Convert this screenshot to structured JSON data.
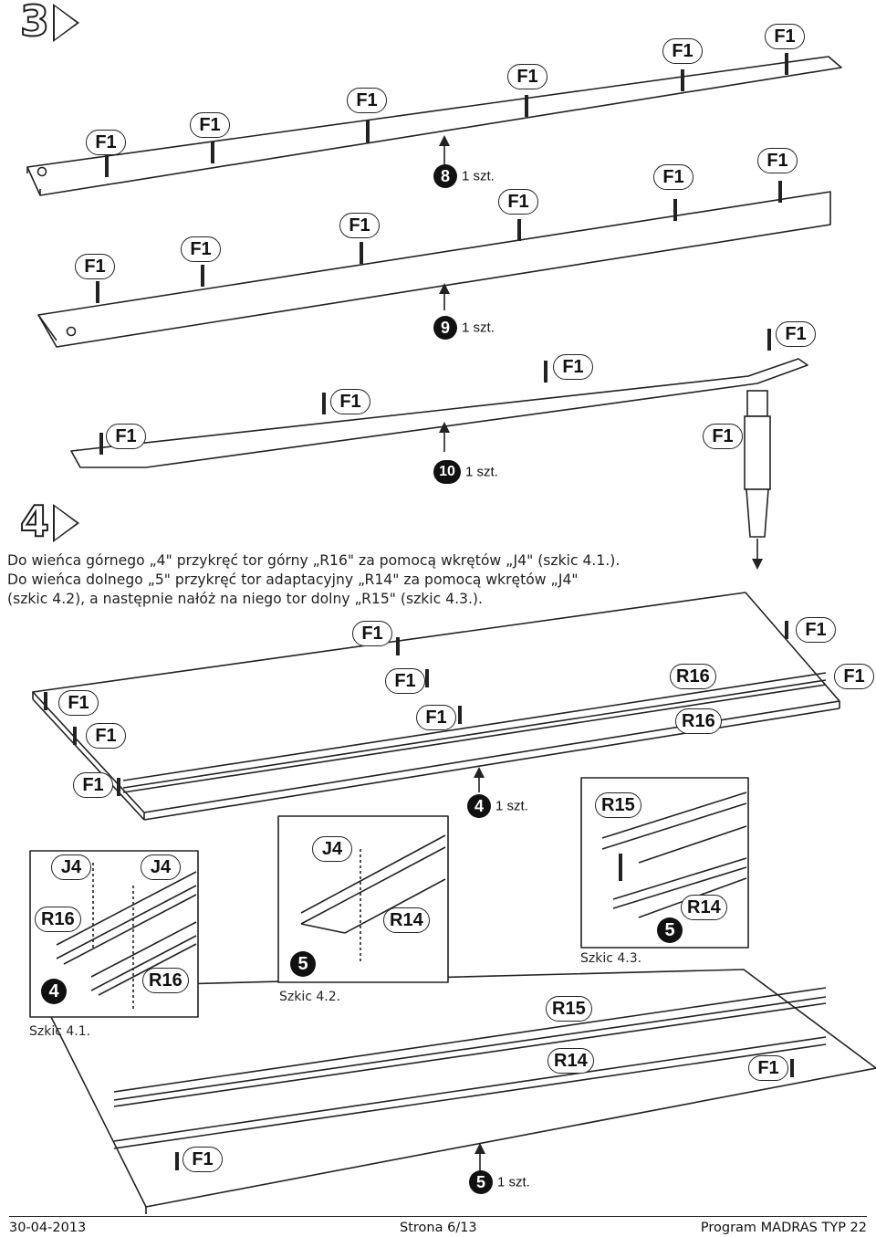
{
  "steps": {
    "step3": "3",
    "step4": "4"
  },
  "parts": {
    "panel8": {
      "number": "8",
      "qty": "1 szt."
    },
    "panel9": {
      "number": "9",
      "qty": "1 szt."
    },
    "panel10": {
      "number": "10",
      "qty": "1 szt."
    },
    "panel4": {
      "number": "4",
      "qty": "1 szt."
    },
    "panel5": {
      "number": "5",
      "qty": "1 szt."
    }
  },
  "labels": {
    "f1": "F1",
    "r14": "R14",
    "r15": "R15",
    "r16": "R16",
    "j4": "J4"
  },
  "instructions": {
    "line1": "Do wieńca górnego „4\" przykręć tor górny „R16\" za pomocą wkrętów „J4\" (szkic 4.1.).",
    "line2": "Do wieńca dolnego „5\" przykręć tor adaptacyjny „R14\" za pomocą wkrętów „J4\"",
    "line3": "(szkic 4.2), a następnie nałóż na niego tor dolny „R15\" (szkic 4.3.)."
  },
  "sketches": {
    "s41": {
      "caption": "Szkic 4.1.",
      "badge": "4"
    },
    "s42": {
      "caption": "Szkic 4.2.",
      "badge": "5"
    },
    "s43": {
      "caption": "Szkic 4.3.",
      "badge": "5"
    }
  },
  "footer": {
    "date": "30-04-2013",
    "page": "Strona 6/13",
    "program": "Program MADRAS TYP 22"
  }
}
